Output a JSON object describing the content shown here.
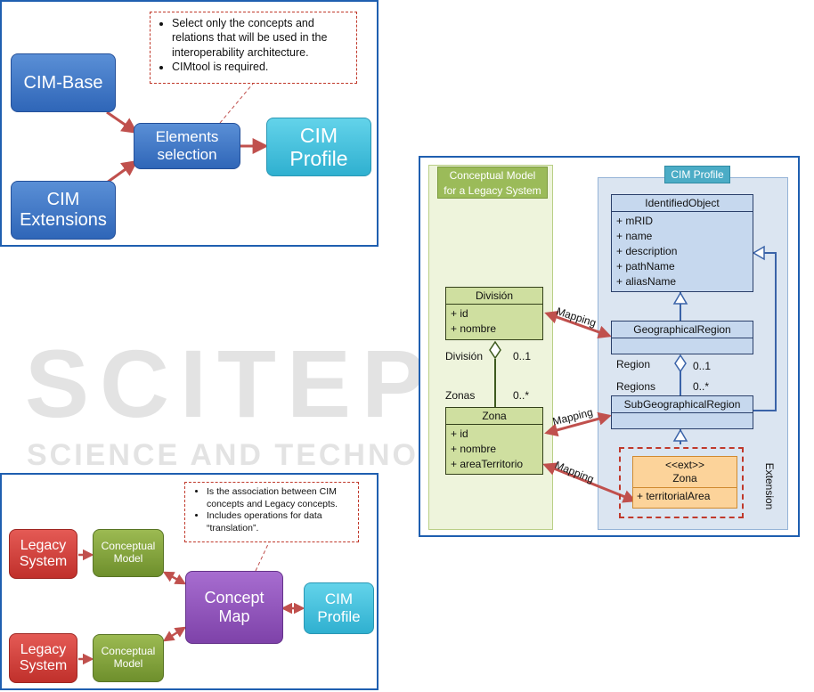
{
  "panel1": {
    "cim_base": "CIM-Base",
    "cim_ext_line1": "CIM",
    "cim_ext_line2": "Extensions",
    "elements_line1": "Elements",
    "elements_line2": "selection",
    "profile_line1": "CIM",
    "profile_line2": "Profile",
    "note": [
      "Select only the concepts and relations that will be used in the interoperability architecture.",
      "CIMtool is required."
    ]
  },
  "panel2": {
    "legacy1_line1": "Legacy",
    "legacy1_line2": "System",
    "legacy2_line1": "Legacy",
    "legacy2_line2": "System",
    "conceptual1_line1": "Conceptual",
    "conceptual1_line2": "Model",
    "conceptual2_line1": "Conceptual",
    "conceptual2_line2": "Model",
    "concept_map_line1": "Concept",
    "concept_map_line2": "Map",
    "profile_line1": "CIM",
    "profile_line2": "Profile",
    "note": [
      "Is the association between CIM concepts and Legacy concepts.",
      "Includes operations for data “translation”."
    ]
  },
  "panel3": {
    "legacy_title_line1": "Conceptual Model",
    "legacy_title_line2": "for a Legacy System",
    "cim_profile_title": "CIM Profile",
    "extension_label": "Extension",
    "identified_object": {
      "name": "IdentifiedObject",
      "attrs": [
        "+ mRID",
        "+ name",
        "+ description",
        "+ pathName",
        "+ aliasName"
      ]
    },
    "geographical_region": {
      "name": "GeographicalRegion"
    },
    "sub_geographical_region": {
      "name": "SubGeographicalRegion"
    },
    "division": {
      "name": "División",
      "attrs": [
        "+ id",
        "+ nombre"
      ]
    },
    "zona": {
      "name": "Zona",
      "attrs": [
        "+ id",
        "+ nombre",
        "+ areaTerritorio"
      ]
    },
    "ext_zona": {
      "stereotype": "<<ext>>",
      "name": "Zona",
      "attrs": [
        "+ territorialArea"
      ]
    },
    "labels": {
      "mapping1": "Mapping",
      "mapping2": "Mapping",
      "mapping3": "Mapping",
      "division_role": "División",
      "division_mult": "0..1",
      "zonas_role": "Zonas",
      "zonas_mult": "0..*",
      "region_role": "Region",
      "region_mult": "0..1",
      "regions_role": "Regions",
      "regions_mult": "0..*"
    }
  },
  "watermark": {
    "main": "SCITEPRESS",
    "sub": "SCIENCE AND TECHNOLOGY PUBLICATIONS"
  }
}
